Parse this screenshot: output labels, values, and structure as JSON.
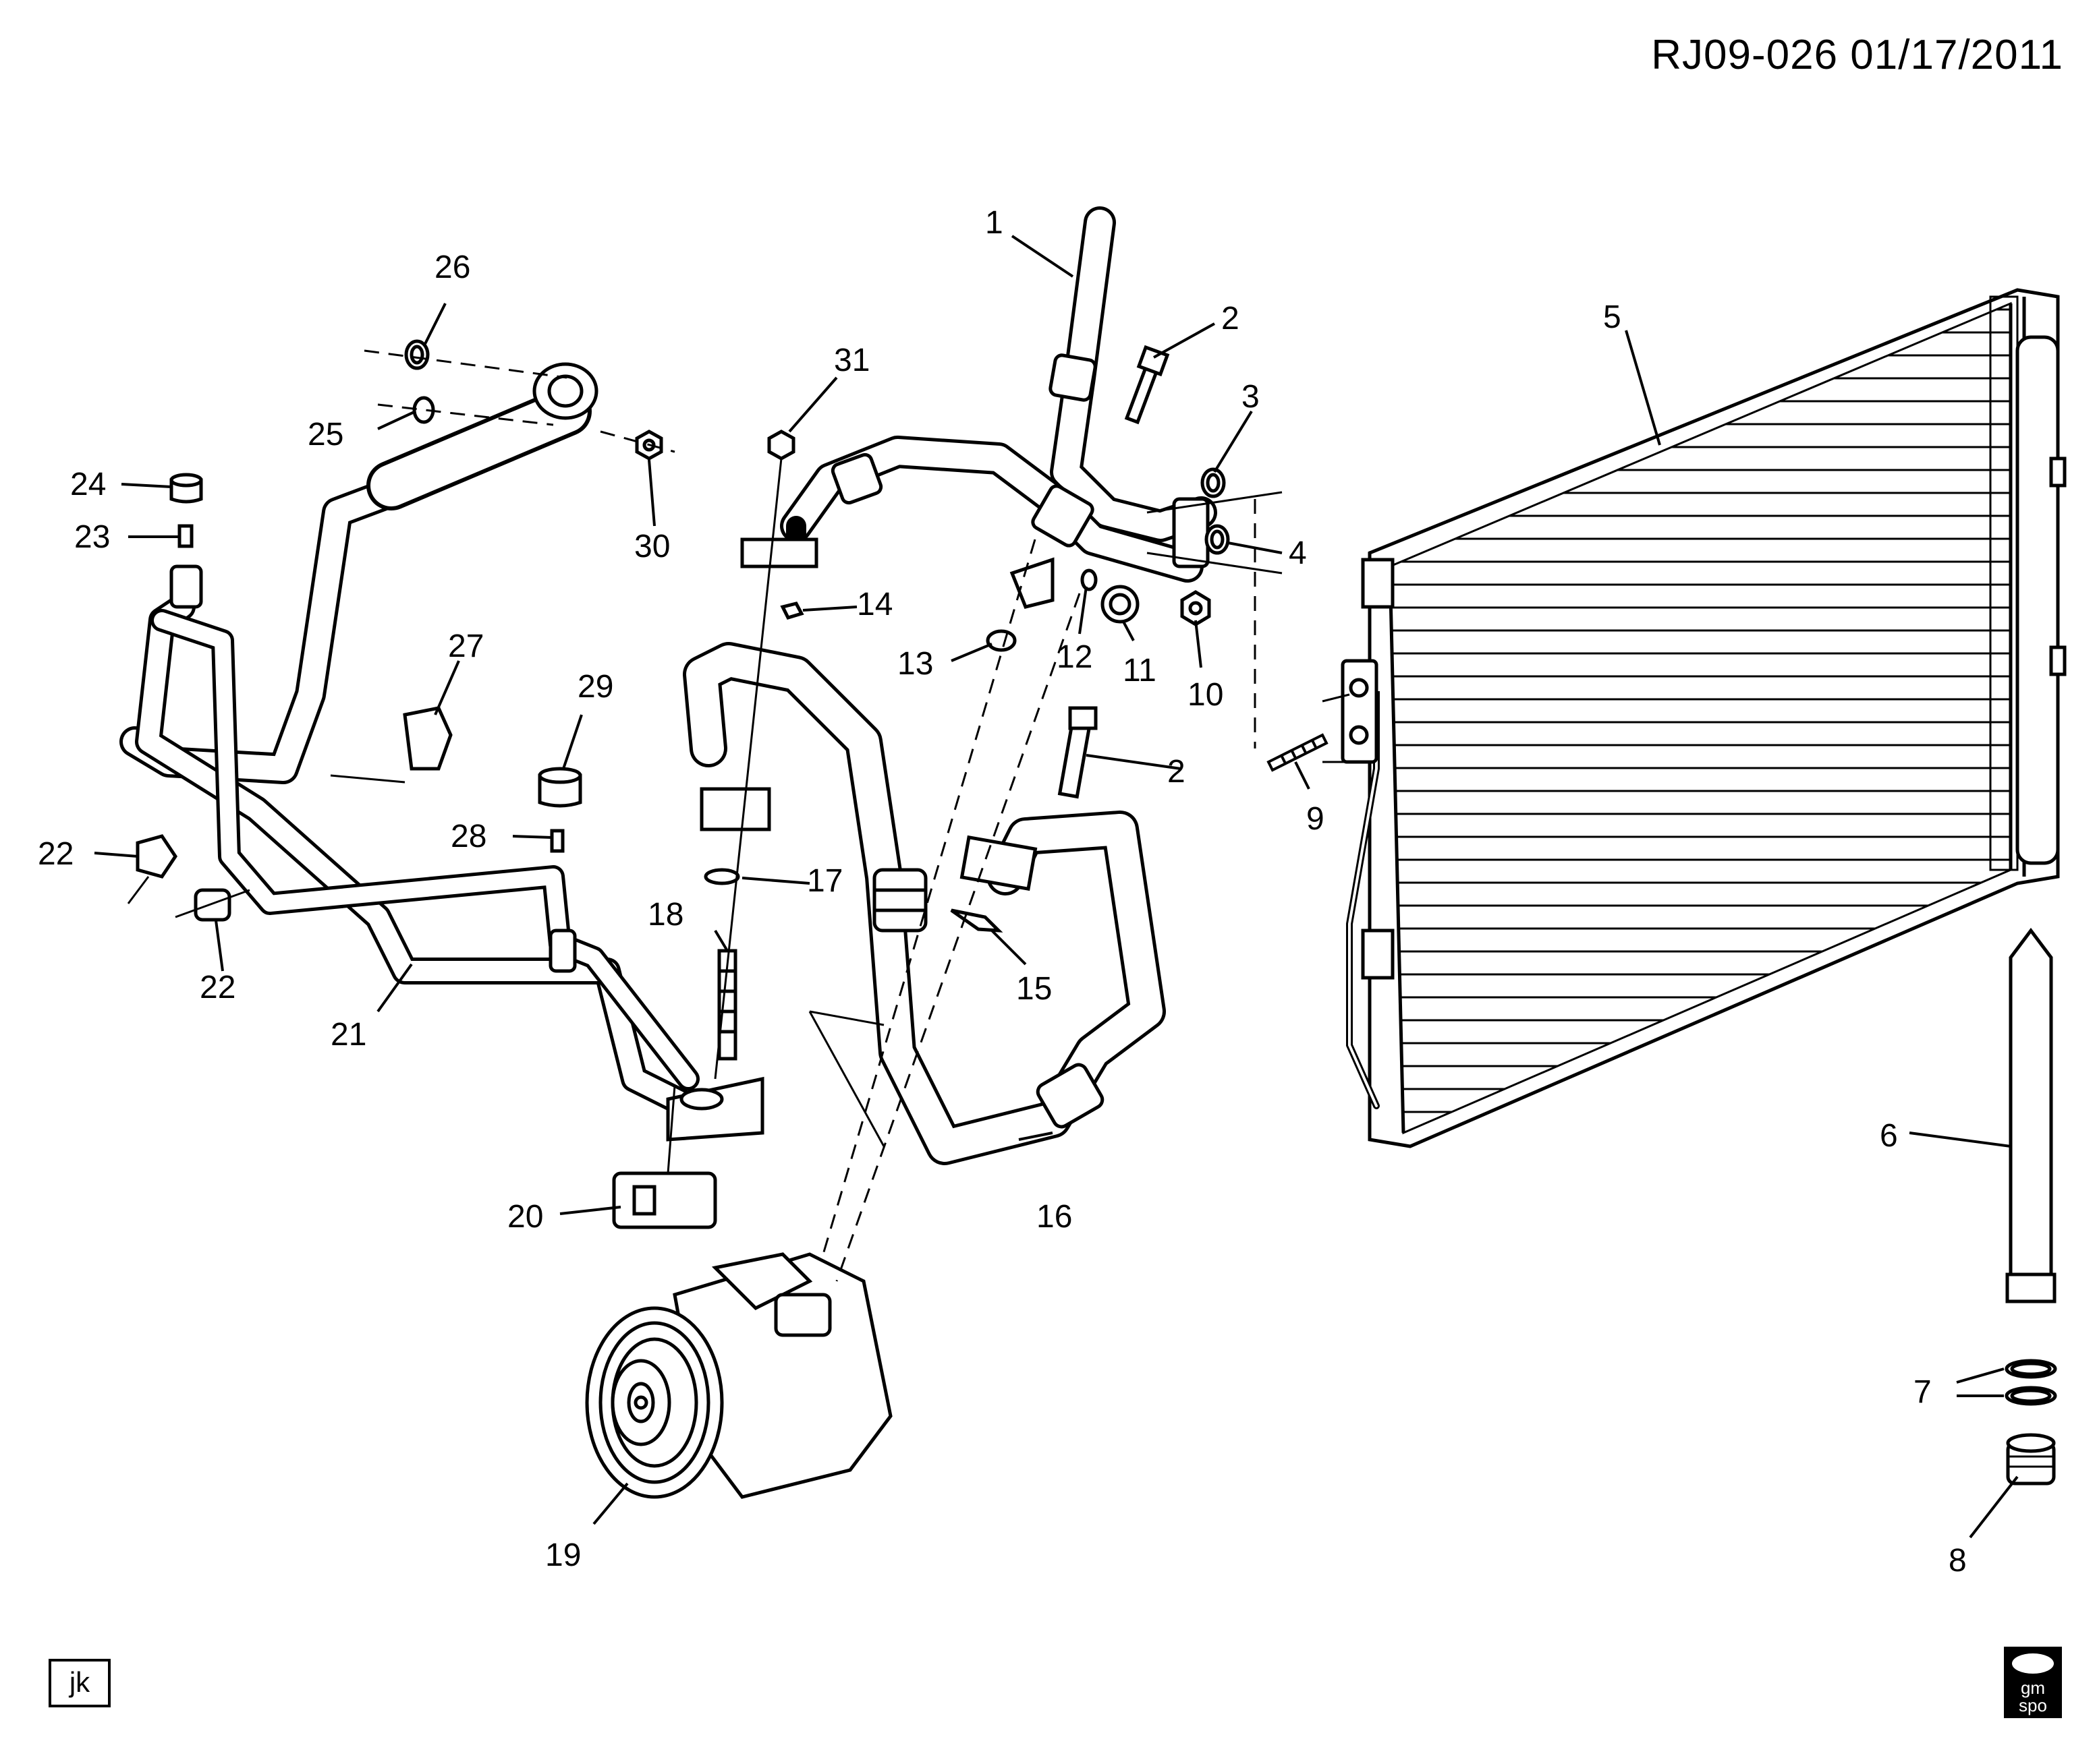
{
  "header": {
    "drawing_id": "RJ09-026 01/17/2011"
  },
  "callouts": [
    "1",
    "2",
    "3",
    "4",
    "5",
    "6",
    "7",
    "8",
    "9",
    "10",
    "11",
    "12",
    "13",
    "14",
    "15",
    "16",
    "17",
    "18",
    "19",
    "20",
    "21",
    "22",
    "22",
    "23",
    "24",
    "25",
    "26",
    "27",
    "28",
    "29",
    "30",
    "31",
    "2"
  ],
  "footer": {
    "left_badge": "jk",
    "right_badge_line1": "gm",
    "right_badge_line2": "spo"
  },
  "colors": {
    "ink": "#000000",
    "paper": "#ffffff",
    "fill": "#ffffff"
  }
}
